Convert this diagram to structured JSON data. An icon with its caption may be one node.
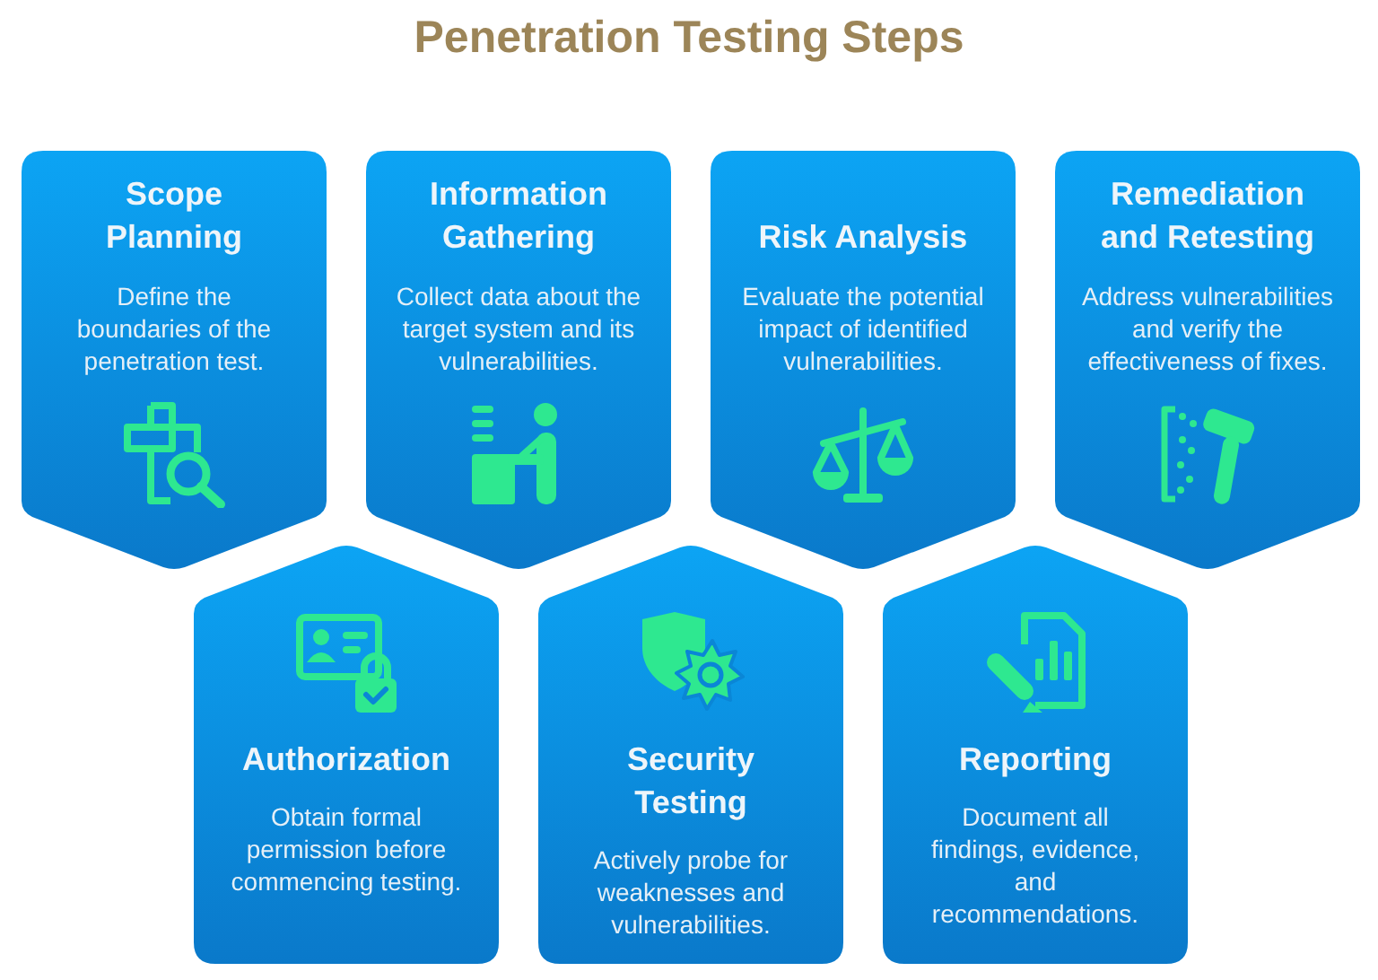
{
  "diagram": {
    "title": "Penetration Testing Steps",
    "nodes": [
      {
        "text": [
          "Scope Planning",
          "Define the boundaries of the penetration test."
        ]
      },
      {
        "text": [
          "Authorization",
          "Obtain formal permission before commencing testing."
        ]
      },
      {
        "text": [
          "Information Gathering",
          "Collect data about the target system and its vulnerabilities."
        ]
      },
      {
        "text": [
          "Security Testing",
          "Actively probe for weaknesses and vulnerabilities."
        ]
      },
      {
        "text": [
          "Risk Analysis",
          "Evaluate the potential impact of identified vulnerabilities."
        ]
      },
      {
        "text": [
          "Reporting",
          "Document all findings, evidence, and recommendations."
        ]
      },
      {
        "text": [
          "Remediation and Retesting",
          "Address vulnerabilities and verify the effectiveness of fixes."
        ]
      }
    ]
  }
}
